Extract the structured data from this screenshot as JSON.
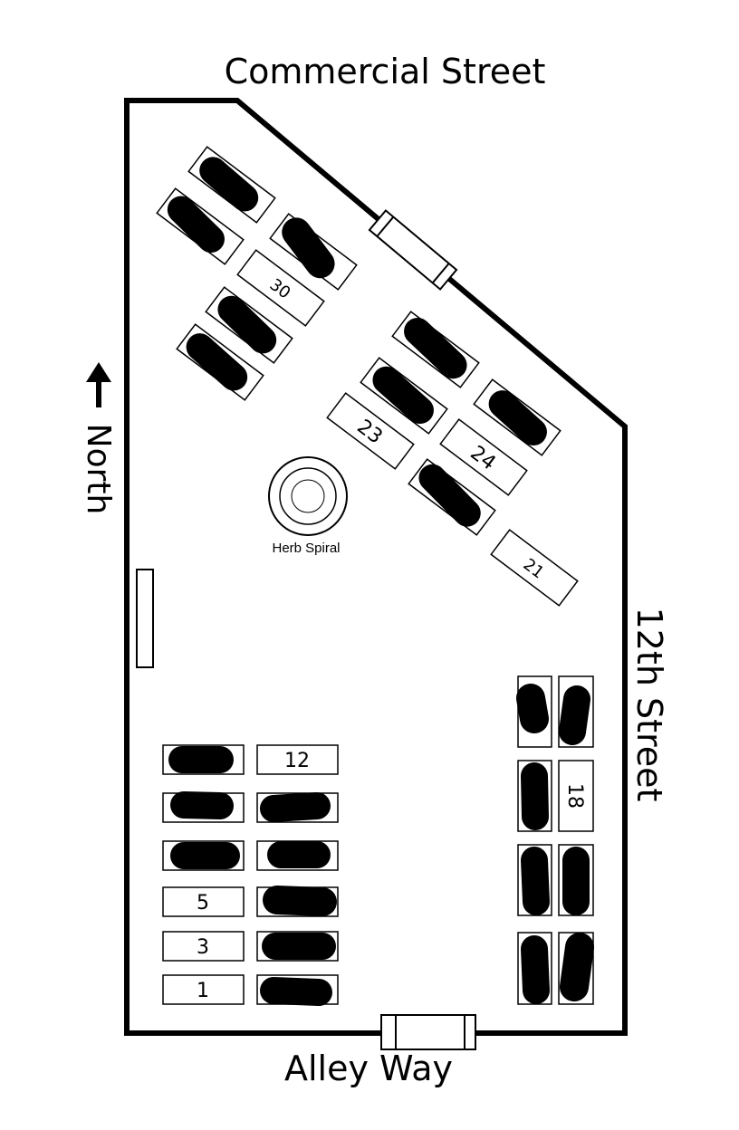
{
  "streets": {
    "north": "Commercial Street",
    "east": "12th Street",
    "south": "Alley Way"
  },
  "compass": {
    "label": "North",
    "icon": "north-arrow-icon"
  },
  "features": {
    "herb_spiral": "Herb Spiral"
  },
  "plots": [
    {
      "id": "plot-1",
      "number": "1",
      "status": "available"
    },
    {
      "id": "plot-3",
      "number": "3",
      "status": "available"
    },
    {
      "id": "plot-5",
      "number": "5",
      "status": "available"
    },
    {
      "id": "plot-12",
      "number": "12",
      "status": "available"
    },
    {
      "id": "plot-18",
      "number": "18",
      "status": "available"
    },
    {
      "id": "plot-21",
      "number": "21",
      "status": "available"
    },
    {
      "id": "plot-23",
      "number": "23",
      "status": "available"
    },
    {
      "id": "plot-24",
      "number": "24",
      "status": "available"
    },
    {
      "id": "plot-30",
      "number": "30",
      "status": "available"
    }
  ],
  "colors": {
    "ink": "#000000",
    "background": "#ffffff"
  }
}
